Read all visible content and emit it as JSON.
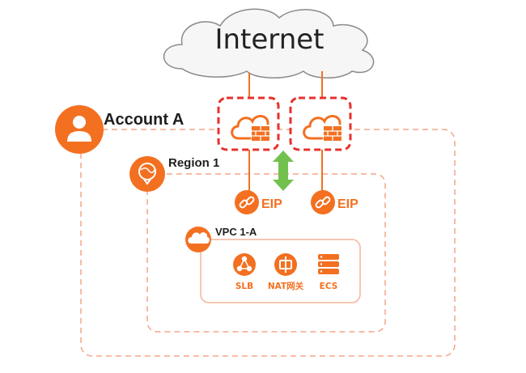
{
  "diagram": {
    "cloud": {
      "label": "Internet",
      "icon": "internet-cloud-icon"
    },
    "account": {
      "label": "Account A",
      "icon": "user-icon"
    },
    "region": {
      "label": "Region 1",
      "icon": "region-globe-icon"
    },
    "firewalls": [
      {
        "icon": "cloud-firewall-icon"
      },
      {
        "icon": "cloud-firewall-icon"
      }
    ],
    "eips": [
      {
        "label": "EIP",
        "icon": "eip-link-icon"
      },
      {
        "label": "EIP",
        "icon": "eip-link-icon"
      }
    ],
    "vpc": {
      "label": "VPC 1-A",
      "icon": "vpc-cloud-icon"
    },
    "services": [
      {
        "label": "SLB",
        "icon": "slb-icon"
      },
      {
        "label": "NAT网关",
        "icon": "nat-gateway-icon"
      },
      {
        "label": "ECS",
        "icon": "ecs-server-icon"
      }
    ],
    "sync_arrow": {
      "icon": "bidirectional-arrow-icon"
    }
  },
  "colors": {
    "accent": "#f37021",
    "firewall_border": "#e5312d",
    "dashed_border": "#f4a586",
    "vpc_border": "#f7b49a",
    "arrow": "#72c14e",
    "cloud_fill": "#f6f6f6",
    "cloud_stroke": "#8a8a8a"
  }
}
